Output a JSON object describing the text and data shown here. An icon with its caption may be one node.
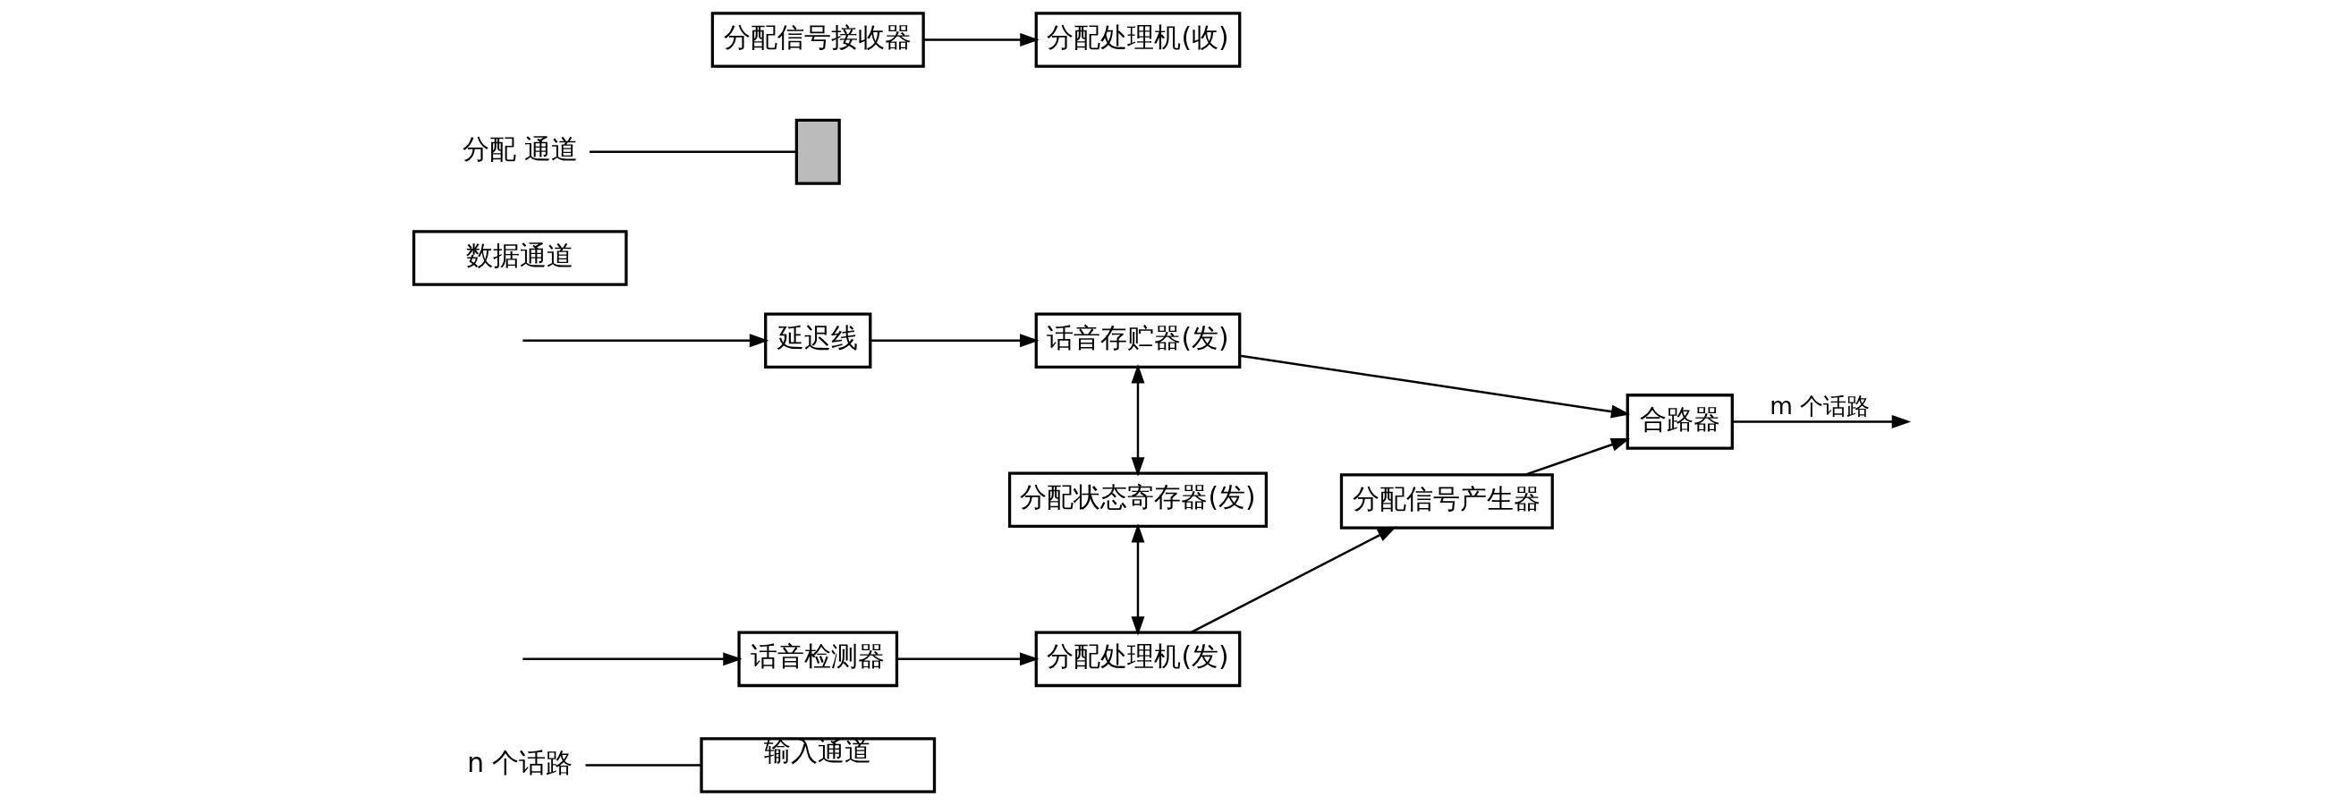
{
  "diagram": {
    "nodes": [
      {
        "text": [
          "输入通道"
        ]
      },
      {
        "text": [
          "n 个话路"
        ]
      },
      {
        "text": [
          "延迟线"
        ]
      },
      {
        "text": [
          "话音存贮器(发)"
        ]
      },
      {
        "text": [
          "合路器"
        ]
      },
      {
        "text": [
          "分配状态寄存器(发)"
        ]
      },
      {
        "text": [
          "话音检测器"
        ]
      },
      {
        "text": [
          "分配处理机(发)"
        ]
      },
      {
        "text": [
          "分配信号产生器"
        ]
      },
      {
        "text": [
          "数据通道"
        ]
      },
      {
        "text": [],
        "shape": "box"
      },
      {
        "text": [
          "分配 通道"
        ]
      },
      {
        "text": [
          "分配处理机(收)"
        ]
      },
      {
        "text": [
          "分配信号接收器"
        ]
      }
    ],
    "edges": [
      {
        "from": 1,
        "to": 0,
        "arrow": "none"
      },
      {
        "from": null,
        "to": 2,
        "arrow": "to"
      },
      {
        "from": null,
        "to": 6,
        "arrow": "to"
      },
      {
        "from": 2,
        "to": 3,
        "arrow": "to"
      },
      {
        "from": 3,
        "to": 4,
        "arrow": "to"
      },
      {
        "from": 4,
        "to": null,
        "arrow": "to",
        "label": "m 个话路"
      },
      {
        "from": 3,
        "to": 5,
        "arrow": "both"
      },
      {
        "from": 5,
        "to": 7,
        "arrow": "both"
      },
      {
        "from": 6,
        "to": 7,
        "arrow": "to"
      },
      {
        "from": 7,
        "to": 8,
        "arrow": "to"
      },
      {
        "from": 8,
        "to": 4,
        "arrow": "to"
      },
      {
        "from": 11,
        "to": 10,
        "arrow": "none"
      },
      {
        "from": 13,
        "to": 12,
        "arrow": "to"
      }
    ]
  }
}
